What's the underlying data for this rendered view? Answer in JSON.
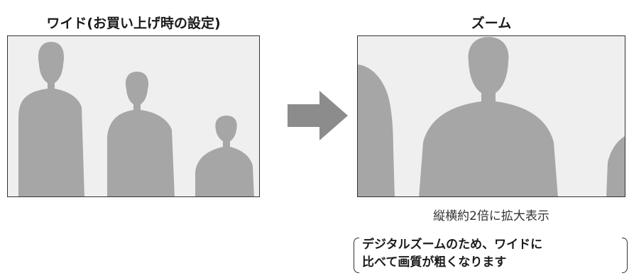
{
  "wide_title": "ワイド(お買い上げ時の設定)",
  "zoom_title": "ズーム",
  "caption": "縦横約2倍に拡大表示",
  "note": {
    "line1": "デジタルズームのため、ワイドに",
    "line2": "比べて画質が粗くなります"
  },
  "colors": {
    "frame_background": "#efefef",
    "silhouette": "#a6a6a6",
    "arrow": "#8c8c8c"
  }
}
